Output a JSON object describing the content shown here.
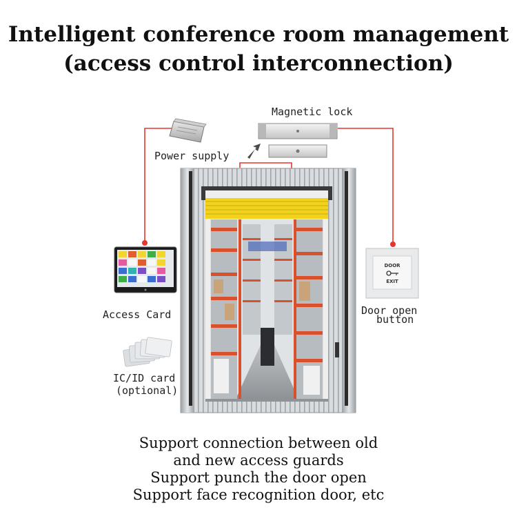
{
  "title": {
    "line1": "Intelligent conference room management",
    "line2": "(access control interconnection)"
  },
  "components": {
    "magnetic_lock": "Magnetic lock",
    "power_supply": "Power supply",
    "access_card": "Access Card",
    "door_open_line1": "Door open",
    "door_open_line2": "button",
    "ic_card_line1": "IC/ID card",
    "ic_card_line2": "(optional)",
    "exit_button_top": "DOOR",
    "exit_button_bottom": "EXIT"
  },
  "features": [
    "Support connection between old",
    "and new access guards",
    "Support punch the door open",
    "Support face recognition door, etc"
  ],
  "colors": {
    "wire": "#e8352e",
    "rolling_door": "#f2d21c",
    "racks": "#d8502c"
  }
}
